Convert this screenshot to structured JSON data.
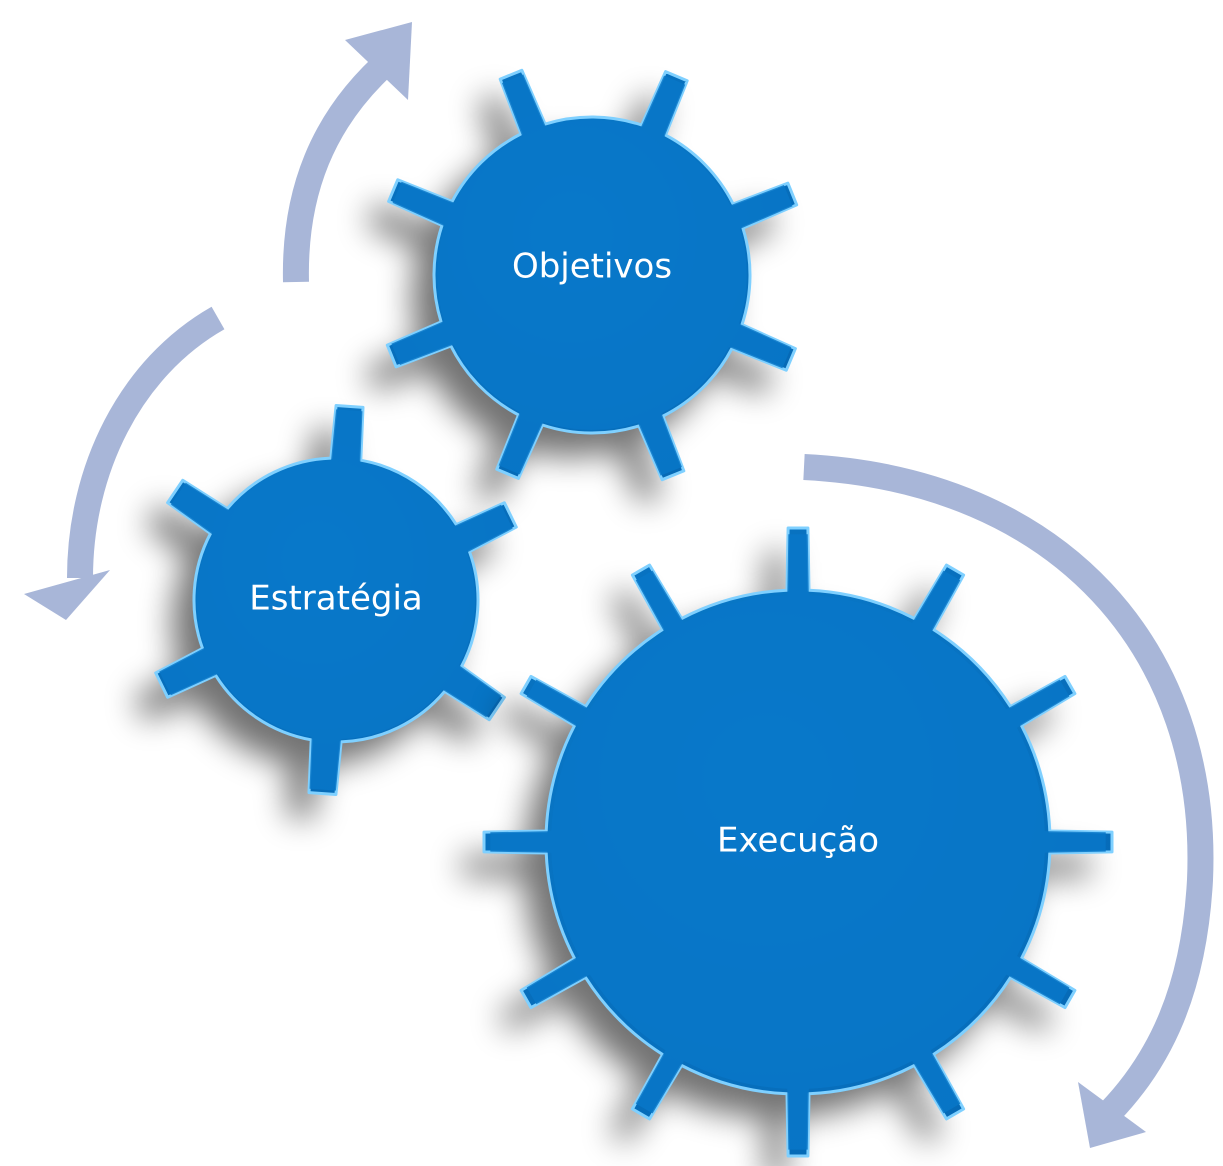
{
  "colors": {
    "gear_fill": "#0877c8",
    "gear_edge": "#7fd0ff",
    "shadow": "#000000",
    "arrow": "#a8b6d8",
    "text": "#ffffff",
    "background": "#ffffff"
  },
  "gears": [
    {
      "id": "objetivos",
      "label": "Objetivos"
    },
    {
      "id": "estrategia",
      "label": "Estratégia"
    },
    {
      "id": "execucao",
      "label": "Execução"
    }
  ],
  "arrows": [
    {
      "id": "top-arc",
      "direction": "up"
    },
    {
      "id": "left-arc",
      "direction": "down"
    },
    {
      "id": "right-arc",
      "direction": "down"
    }
  ]
}
